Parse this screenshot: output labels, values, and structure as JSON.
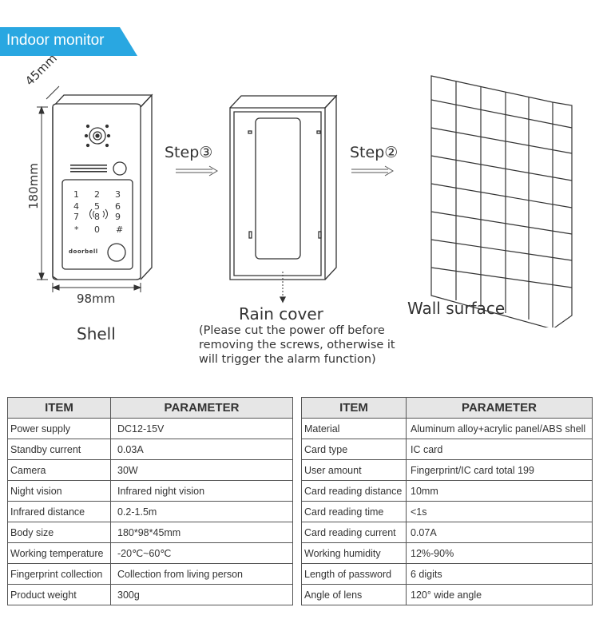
{
  "header": {
    "title": "Indoor monitor",
    "accent_color": "#29a7e1"
  },
  "diagram": {
    "dim_depth": "45mm",
    "dim_height": "180mm",
    "dim_width": "98mm",
    "shell_label": "Shell",
    "step3_label": "Step③",
    "step2_label": "Step②",
    "rain_cover_label": "Rain cover",
    "rain_cover_note": "(Please cut the power off before\nremoving the screws, otherwise it\nwill trigger the alarm function)",
    "wall_label": "Wall surface",
    "brand_text": "doorbell",
    "keypad": [
      "1",
      "2",
      "3",
      "4",
      "5",
      "6",
      "7",
      "8",
      "9",
      "*",
      "0",
      "#"
    ]
  },
  "specs_left": {
    "headers": [
      "ITEM",
      "PARAMETER"
    ],
    "rows": [
      [
        "Power supply",
        "DC12-15V"
      ],
      [
        "Standby current",
        "0.03A"
      ],
      [
        "Camera",
        "30W"
      ],
      [
        "Night vision",
        "Infrared night vision"
      ],
      [
        "Infrared distance",
        "0.2-1.5m"
      ],
      [
        "Body size",
        "180*98*45mm"
      ],
      [
        "Working temperature",
        "-20℃~60℃"
      ],
      [
        "Fingerprint collection",
        "Collection from living person"
      ],
      [
        "Product weight",
        "300g"
      ]
    ]
  },
  "specs_right": {
    "headers": [
      "ITEM",
      "PARAMETER"
    ],
    "rows": [
      [
        "Material",
        "Aluminum alloy+acrylic panel/ABS shell"
      ],
      [
        "Card type",
        "IC card"
      ],
      [
        "User amount",
        "Fingerprint/IC card total 199"
      ],
      [
        "Card reading distance",
        "10mm"
      ],
      [
        "Card reading time",
        "<1s"
      ],
      [
        "Card reading current",
        "0.07A"
      ],
      [
        "Working humidity",
        "12%-90%"
      ],
      [
        "Length of password",
        "6 digits"
      ],
      [
        "Angle of lens",
        "120° wide angle"
      ]
    ]
  }
}
